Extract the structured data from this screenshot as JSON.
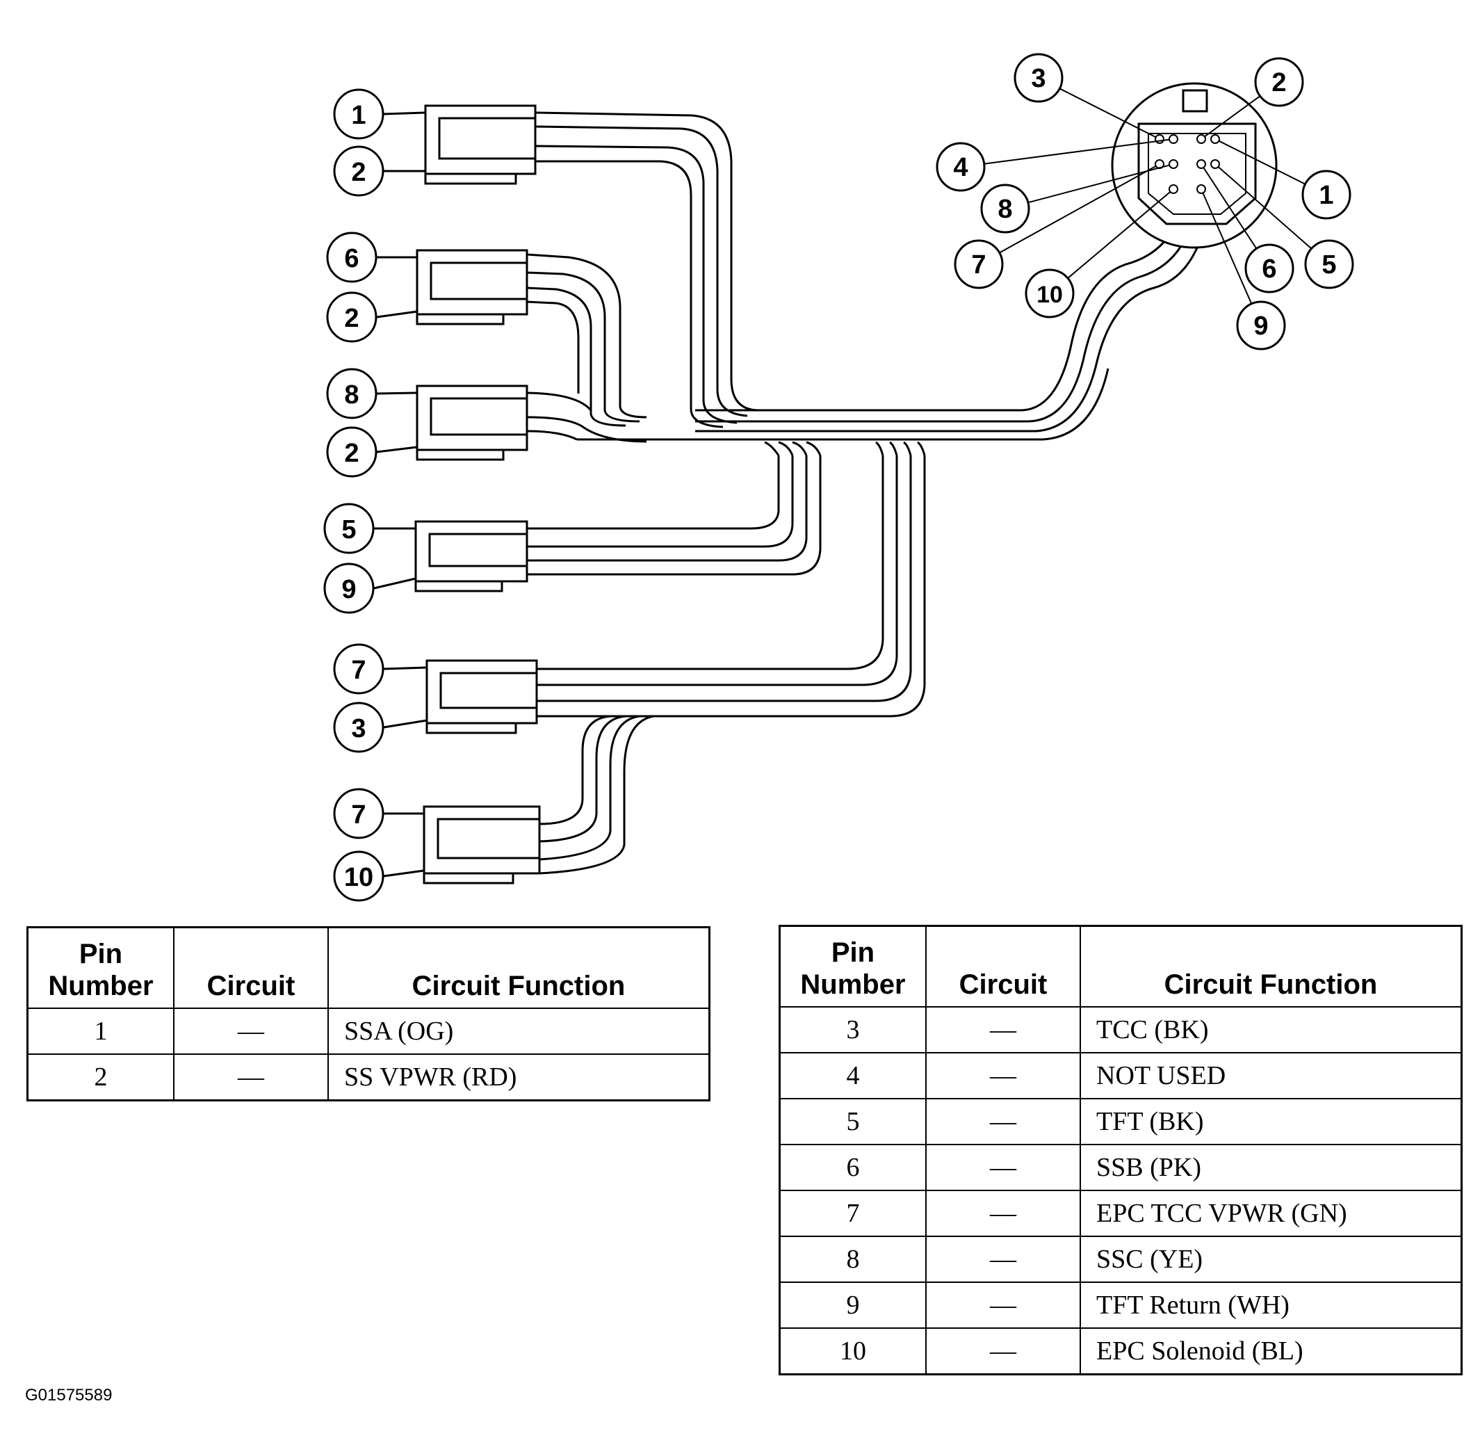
{
  "connectors": [
    {
      "pins": [
        "1",
        "2"
      ]
    },
    {
      "pins": [
        "6",
        "2"
      ]
    },
    {
      "pins": [
        "8",
        "2"
      ]
    },
    {
      "pins": [
        "5",
        "9"
      ]
    },
    {
      "pins": [
        "7",
        "3"
      ]
    },
    {
      "pins": [
        "7",
        "10"
      ]
    }
  ],
  "main_connector_pins": [
    "1",
    "2",
    "3",
    "4",
    "5",
    "6",
    "7",
    "8",
    "9",
    "10"
  ],
  "tables": {
    "headers": {
      "pin": "Pin Number",
      "circuit": "Circuit",
      "function": "Circuit Function"
    },
    "left": [
      {
        "pin": "1",
        "circuit": "—",
        "function": "SSA (OG)"
      },
      {
        "pin": "2",
        "circuit": "—",
        "function": "SS VPWR (RD)"
      }
    ],
    "right": [
      {
        "pin": "3",
        "circuit": "—",
        "function": "TCC (BK)"
      },
      {
        "pin": "4",
        "circuit": "—",
        "function": "NOT USED"
      },
      {
        "pin": "5",
        "circuit": "—",
        "function": "TFT (BK)"
      },
      {
        "pin": "6",
        "circuit": "—",
        "function": "SSB (PK)"
      },
      {
        "pin": "7",
        "circuit": "—",
        "function": "EPC TCC VPWR (GN)"
      },
      {
        "pin": "8",
        "circuit": "—",
        "function": "SSC (YE)"
      },
      {
        "pin": "9",
        "circuit": "—",
        "function": "TFT Return (WH)"
      },
      {
        "pin": "10",
        "circuit": "—",
        "function": "EPC Solenoid (BL)"
      }
    ]
  },
  "figure_id": "G01575589"
}
